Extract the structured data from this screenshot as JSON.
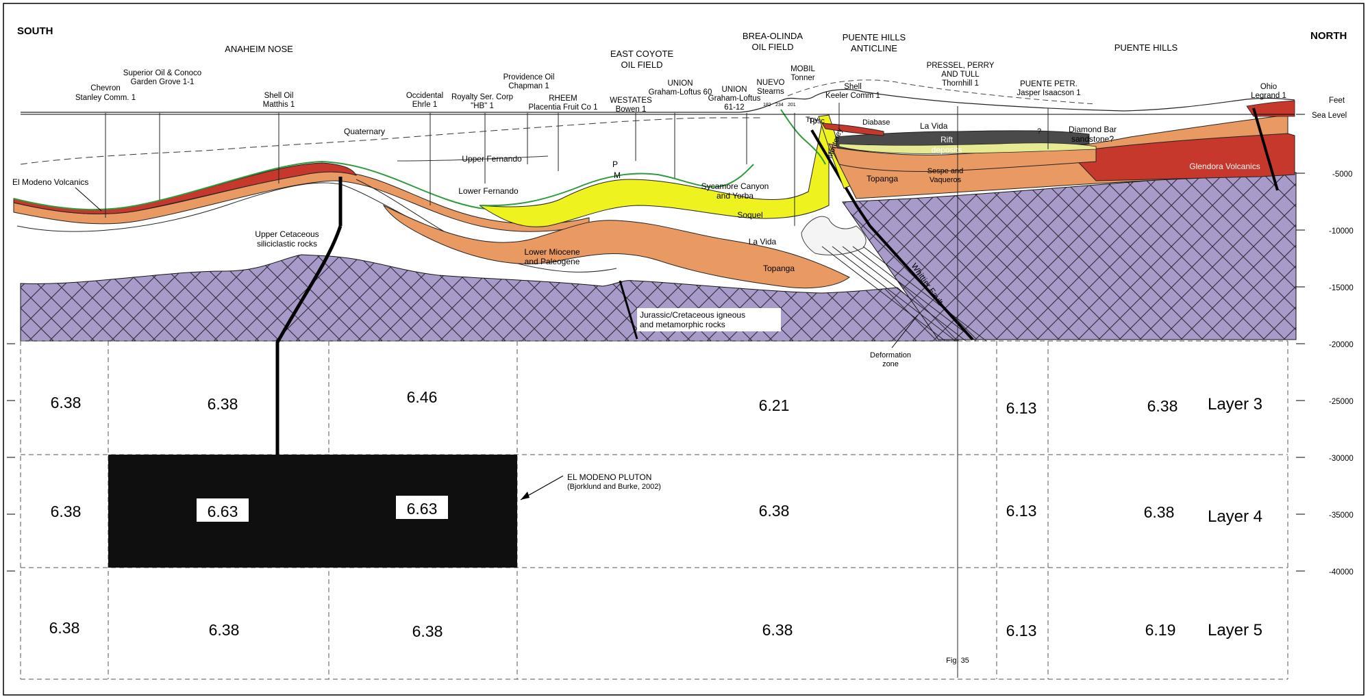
{
  "headers": {
    "south": "SOUTH",
    "north": "NORTH",
    "anaheim_nose": "ANAHEIM NOSE",
    "east_coyote_1": "EAST COYOTE",
    "east_coyote_2": "OIL FIELD",
    "brea_olinda_1": "BREA-OLINDA",
    "brea_olinda_2": "OIL FIELD",
    "puente_anticline_1": "PUENTE HILLS",
    "puente_anticline_2": "ANTICLINE",
    "puente_hills": "PUENTE HILLS"
  },
  "wells": [
    [
      "Chevron",
      "Stanley Comm. 1"
    ],
    [
      "Superior Oil & Conoco",
      "Garden Grove 1-1"
    ],
    [
      "Shell Oil",
      "Matthis 1"
    ],
    [
      "Occidental",
      "Ehrle 1"
    ],
    [
      "Royalty Ser. Corp",
      "\"HB\" 1"
    ],
    [
      "Providence Oil",
      "Chapman 1"
    ],
    [
      "RHEEM",
      "Placentia Fruit Co 1"
    ],
    [
      "WESTATES",
      "Bowen 1"
    ],
    [
      "UNION",
      "Graham-Loftus 60"
    ],
    [
      "UNION",
      "Graham-Loftus",
      "61-12"
    ],
    [
      "NUEVO",
      "Stearns"
    ],
    [
      "MOBIL",
      "Tonner"
    ],
    [
      "Shell",
      "Keeler Comm 1"
    ],
    [
      "PRESSEL, PERRY",
      "AND TULL",
      "Thornhill 1"
    ],
    [
      "PUENTE PETR.",
      "Jasper Isaacson 1"
    ],
    [
      "Ohio",
      "Legrand 1"
    ]
  ],
  "units": {
    "quaternary": "Quaternary",
    "upper_fernando": "Upper Fernando",
    "lower_fernando": "Lower Fernando",
    "el_modeno_volcanics": "El Modeno Volcanics",
    "upper_cretaceous_1": "Upper Cetaceous",
    "upper_cretaceous_2": "siliciclastic rocks",
    "lower_miocene_1": "Lower Miocene",
    "lower_miocene_2": "and Paleogene",
    "p_marker": "P",
    "m_marker": "M",
    "sycamore_1": "Sycamore Canyon",
    "sycamore_2": "and Yorba",
    "soquel": "Soquel",
    "la_vida_center": "La Vida",
    "topanga_center": "Topanga",
    "jurassic_1": "Jurassic/Cretaceous igneous",
    "jurassic_2": "and metamorphic rocks",
    "whittier_fault": "Whittier Fault",
    "deformation_1": "Deformation",
    "deformation_2": "zone",
    "diabase": "Diabase",
    "la_vida_north": "La Vida",
    "rift_1": "Rift",
    "rift_2": "deposits",
    "question_mark": "?",
    "diamond_bar_1": "Diamond Bar",
    "diamond_bar_2": "sandstone?",
    "sespe_1": "Sespe and",
    "sespe_2": "Vaqueros",
    "topanga_north": "Topanga",
    "glendora": "Glendora Volcanics",
    "tpsc": "Tpsc",
    "tpy": "Tpy",
    "monterey": "Monterey",
    "tiny_a": "182",
    "tiny_b": "234",
    "tiny_c": "201"
  },
  "depth_axis": {
    "feet": "Feet",
    "sea_level": "Sea Level",
    "ticks": [
      "-5000",
      "-10000",
      "-15000",
      "-20000",
      "-25000",
      "-30000",
      "-35000",
      "-40000"
    ]
  },
  "velocity_grid": {
    "layer3": {
      "name": "Layer 3",
      "values": [
        "6.38",
        "6.38",
        "6.46",
        "6.21",
        "6.13",
        "6.38"
      ]
    },
    "layer4": {
      "name": "Layer 4",
      "values": [
        "6.38",
        "6.63",
        "6.63",
        "6.38",
        "6.13",
        "6.38"
      ]
    },
    "layer5": {
      "name": "Layer 5",
      "values": [
        "6.38",
        "6.38",
        "6.38",
        "6.38",
        "6.13",
        "6.19"
      ]
    }
  },
  "pluton": {
    "name": "EL MODENO PLUTON",
    "citation": "(Bjorklund and Burke, 2002)"
  },
  "figure_label": "Fig. 35",
  "colors": {
    "basement": "#a99bc9",
    "basement_hatch": "#3a3346",
    "volcanic_red": "#c6372c",
    "topanga_orange": "#e89a62",
    "soquel_yellow": "#eef21e",
    "pm_green": "#2e9b3c",
    "rift_gray": "#4a4a4a",
    "pluton_black": "#0f0f0f",
    "diamond_bar_yellow": "#e6ea92"
  }
}
